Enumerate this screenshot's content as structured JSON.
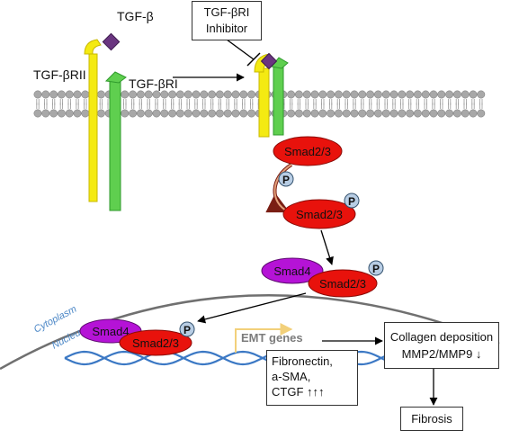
{
  "ligand": {
    "label": "TGF-β"
  },
  "receptors": {
    "type2_label": "TGF-βRII",
    "type1_label": "TGF-βRI"
  },
  "inhibitor": {
    "line1": "TGF-βRI",
    "line2": "Inhibitor"
  },
  "proteins": {
    "smad23_label": "Smad2/3",
    "smad4_label": "Smad4",
    "phospho_label": "P"
  },
  "compartments": {
    "cytoplasm": "Cytoplasm",
    "nucleus": "Nucleus"
  },
  "emt": {
    "label": "EMT genes"
  },
  "gene_box": {
    "line1": "Fibronectin,",
    "line2": "a-SMA,",
    "line3": "CTGF ↑↑↑"
  },
  "collagen_box": {
    "line1": "Collagen deposition",
    "line2": "MMP2/MMP9 ↓"
  },
  "fibrosis_box": {
    "label": "Fibrosis"
  },
  "colors": {
    "smad23": "#e8120c",
    "smad4": "#b513d6",
    "phospho": "#b8cde4",
    "ligand": "#6a3580",
    "receptor_type2": "#f4ea12",
    "receptor_type1": "#5fcf4f",
    "membrane_head": "#a8a8a8",
    "emt_arrow": "#f2d07a",
    "dna": "#3b78c4",
    "nuclear_envelope": "#707070"
  }
}
